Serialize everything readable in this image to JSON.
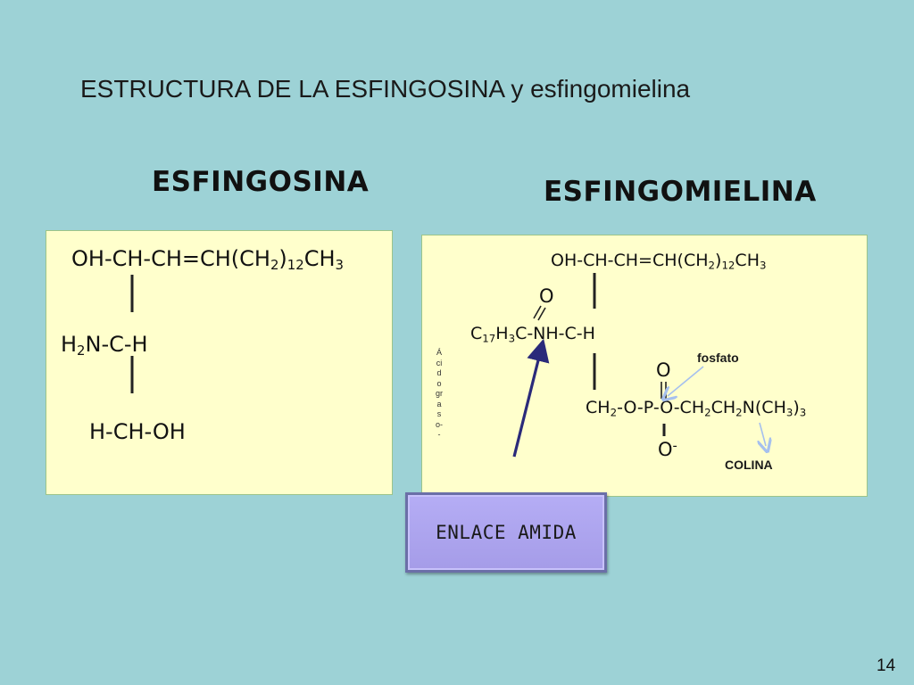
{
  "slide": {
    "title": "ESTRUCTURA DE LA ESFINGOSINA y esfingomielina",
    "page_number": "14"
  },
  "esfingosina": {
    "heading": "ESFINGOSINA",
    "chain_prefix": "OH-CH-CH=CH(CH",
    "sub_2": "2",
    "close_paren": ")",
    "sub_12": "12",
    "ch": "CH",
    "sub_3": "3",
    "amine_h": "H",
    "amine_rest": "N-C-H",
    "bottom": "H-CH-OH"
  },
  "esfingomielina": {
    "heading": "ESFINGOMIELINA",
    "chain_prefix": "OH-CH-CH=CH(CH",
    "sub_2": "2",
    "close_paren": ")",
    "sub_12": "12",
    "ch": "CH",
    "sub_3": "3",
    "carbonyl_o": "O",
    "acyl_c": "C",
    "sub_17": "17",
    "acyl_h": "H",
    "acyl_rest": "C-NH-C-H",
    "phosphate_o": "O",
    "bottom_ch": "CH",
    "bottom_mid": "-O-P-O-CH",
    "bottom_ch2": "CH",
    "bottom_n": "N(CH",
    "close_paren2": ")",
    "oxide": "O",
    "oxide_charge": "-",
    "fosfato_label": "fosfato",
    "colina_label": "COLINA",
    "acido_graso_lines": [
      "Á",
      "ci",
      "d",
      "o",
      "gr",
      "a",
      "s",
      "o-",
      "-"
    ]
  },
  "enlace": {
    "label": "ENLACE AMIDA"
  },
  "colors": {
    "background": "#9dd2d6",
    "box_fill": "#ffffcc",
    "box_border": "#9bc48a",
    "button_fill": "#ab a3ee",
    "arrow_navy": "#2a2a7a",
    "arrow_light": "#a6c0ee"
  }
}
